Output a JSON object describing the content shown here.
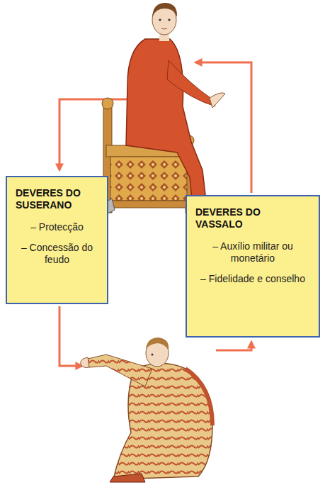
{
  "diagram": {
    "nodes": [
      {
        "text": [
          "DEVERES DO SUSERANO",
          "– Protecção",
          "– Concessão do feudo"
        ]
      },
      {
        "text": [
          "DEVERES DO VASSALO",
          "– Auxílio militar ou monetário",
          "– Fidelidade e conselho"
        ]
      }
    ]
  }
}
